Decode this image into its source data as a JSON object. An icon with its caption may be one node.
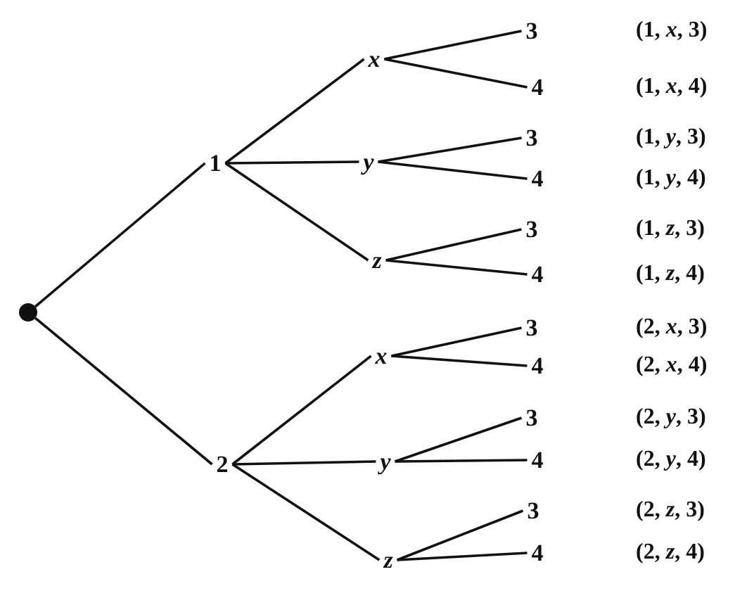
{
  "diagram": {
    "nodes": [
      {
        "text": [],
        "shape": "circle"
      },
      {
        "text": [
          "1"
        ]
      },
      {
        "text": [
          "x"
        ]
      },
      {
        "text": [
          "3"
        ]
      },
      {
        "text": [
          "4"
        ]
      },
      {
        "text": [
          "y"
        ]
      },
      {
        "text": [
          "3"
        ]
      },
      {
        "text": [
          "4"
        ]
      },
      {
        "text": [
          "z"
        ]
      },
      {
        "text": [
          "3"
        ]
      },
      {
        "text": [
          "4"
        ]
      },
      {
        "text": [
          "2"
        ]
      },
      {
        "text": [
          "x"
        ]
      },
      {
        "text": [
          "3"
        ]
      },
      {
        "text": [
          "4"
        ]
      },
      {
        "text": [
          "y"
        ]
      },
      {
        "text": [
          "3"
        ]
      },
      {
        "text": [
          "4"
        ]
      },
      {
        "text": [
          "z"
        ]
      },
      {
        "text": [
          "3"
        ]
      },
      {
        "text": [
          "4"
        ]
      }
    ],
    "edges": [
      {
        "from": 0,
        "to": 1,
        "arrow": "none"
      },
      {
        "from": 1,
        "to": 2,
        "arrow": "none"
      },
      {
        "from": 2,
        "to": 3,
        "arrow": "none"
      },
      {
        "from": 2,
        "to": 4,
        "arrow": "none"
      },
      {
        "from": 1,
        "to": 5,
        "arrow": "none"
      },
      {
        "from": 5,
        "to": 6,
        "arrow": "none"
      },
      {
        "from": 5,
        "to": 7,
        "arrow": "none"
      },
      {
        "from": 1,
        "to": 8,
        "arrow": "none"
      },
      {
        "from": 8,
        "to": 9,
        "arrow": "none"
      },
      {
        "from": 8,
        "to": 10,
        "arrow": "none"
      },
      {
        "from": 0,
        "to": 11,
        "arrow": "none"
      },
      {
        "from": 11,
        "to": 12,
        "arrow": "none"
      },
      {
        "from": 12,
        "to": 13,
        "arrow": "none"
      },
      {
        "from": 12,
        "to": 14,
        "arrow": "none"
      },
      {
        "from": 11,
        "to": 15,
        "arrow": "none"
      },
      {
        "from": 15,
        "to": 16,
        "arrow": "none"
      },
      {
        "from": 15,
        "to": 17,
        "arrow": "none"
      },
      {
        "from": 11,
        "to": 18,
        "arrow": "none"
      },
      {
        "from": 18,
        "to": 19,
        "arrow": "none"
      },
      {
        "from": 18,
        "to": 20,
        "arrow": "none"
      }
    ],
    "labels": [
      "(1, *x*, 3)",
      "(1, *x*, 4)",
      "(1, *y*, 3)",
      "(1, *y*, 4)",
      "(1, *z*, 3)",
      "(1, *z*, 4)",
      "(2, *x*, 3)",
      "(2, *x*, 4)",
      "(2, *y*, 3)",
      "(2, *y*, 4)",
      "(2, *z*, 3)",
      "(2, *z*, 4)"
    ]
  }
}
